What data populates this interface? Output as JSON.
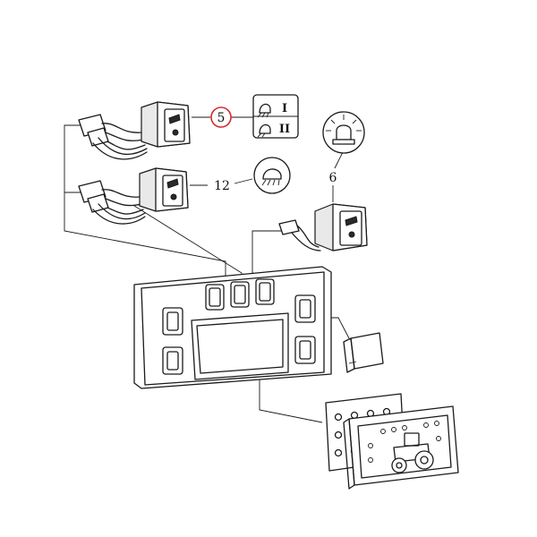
{
  "callouts": {
    "switch_5": {
      "number": "5",
      "highlighted": true,
      "ring_color": "#d62a2a"
    },
    "switch_12": {
      "number": "12",
      "highlighted": false
    },
    "beacon_6": {
      "number": "6",
      "highlighted": false
    }
  },
  "symbol_panels": {
    "work_lights": {
      "level_1": "I",
      "level_2": "II",
      "icon": "work-light-icon"
    },
    "headlight": {
      "icon": "headlight-icon"
    },
    "beacon": {
      "icon": "rotating-beacon-icon"
    }
  },
  "colors": {
    "line": "#1a1a1a",
    "highlight": "#d62a2a",
    "background": "#ffffff"
  }
}
